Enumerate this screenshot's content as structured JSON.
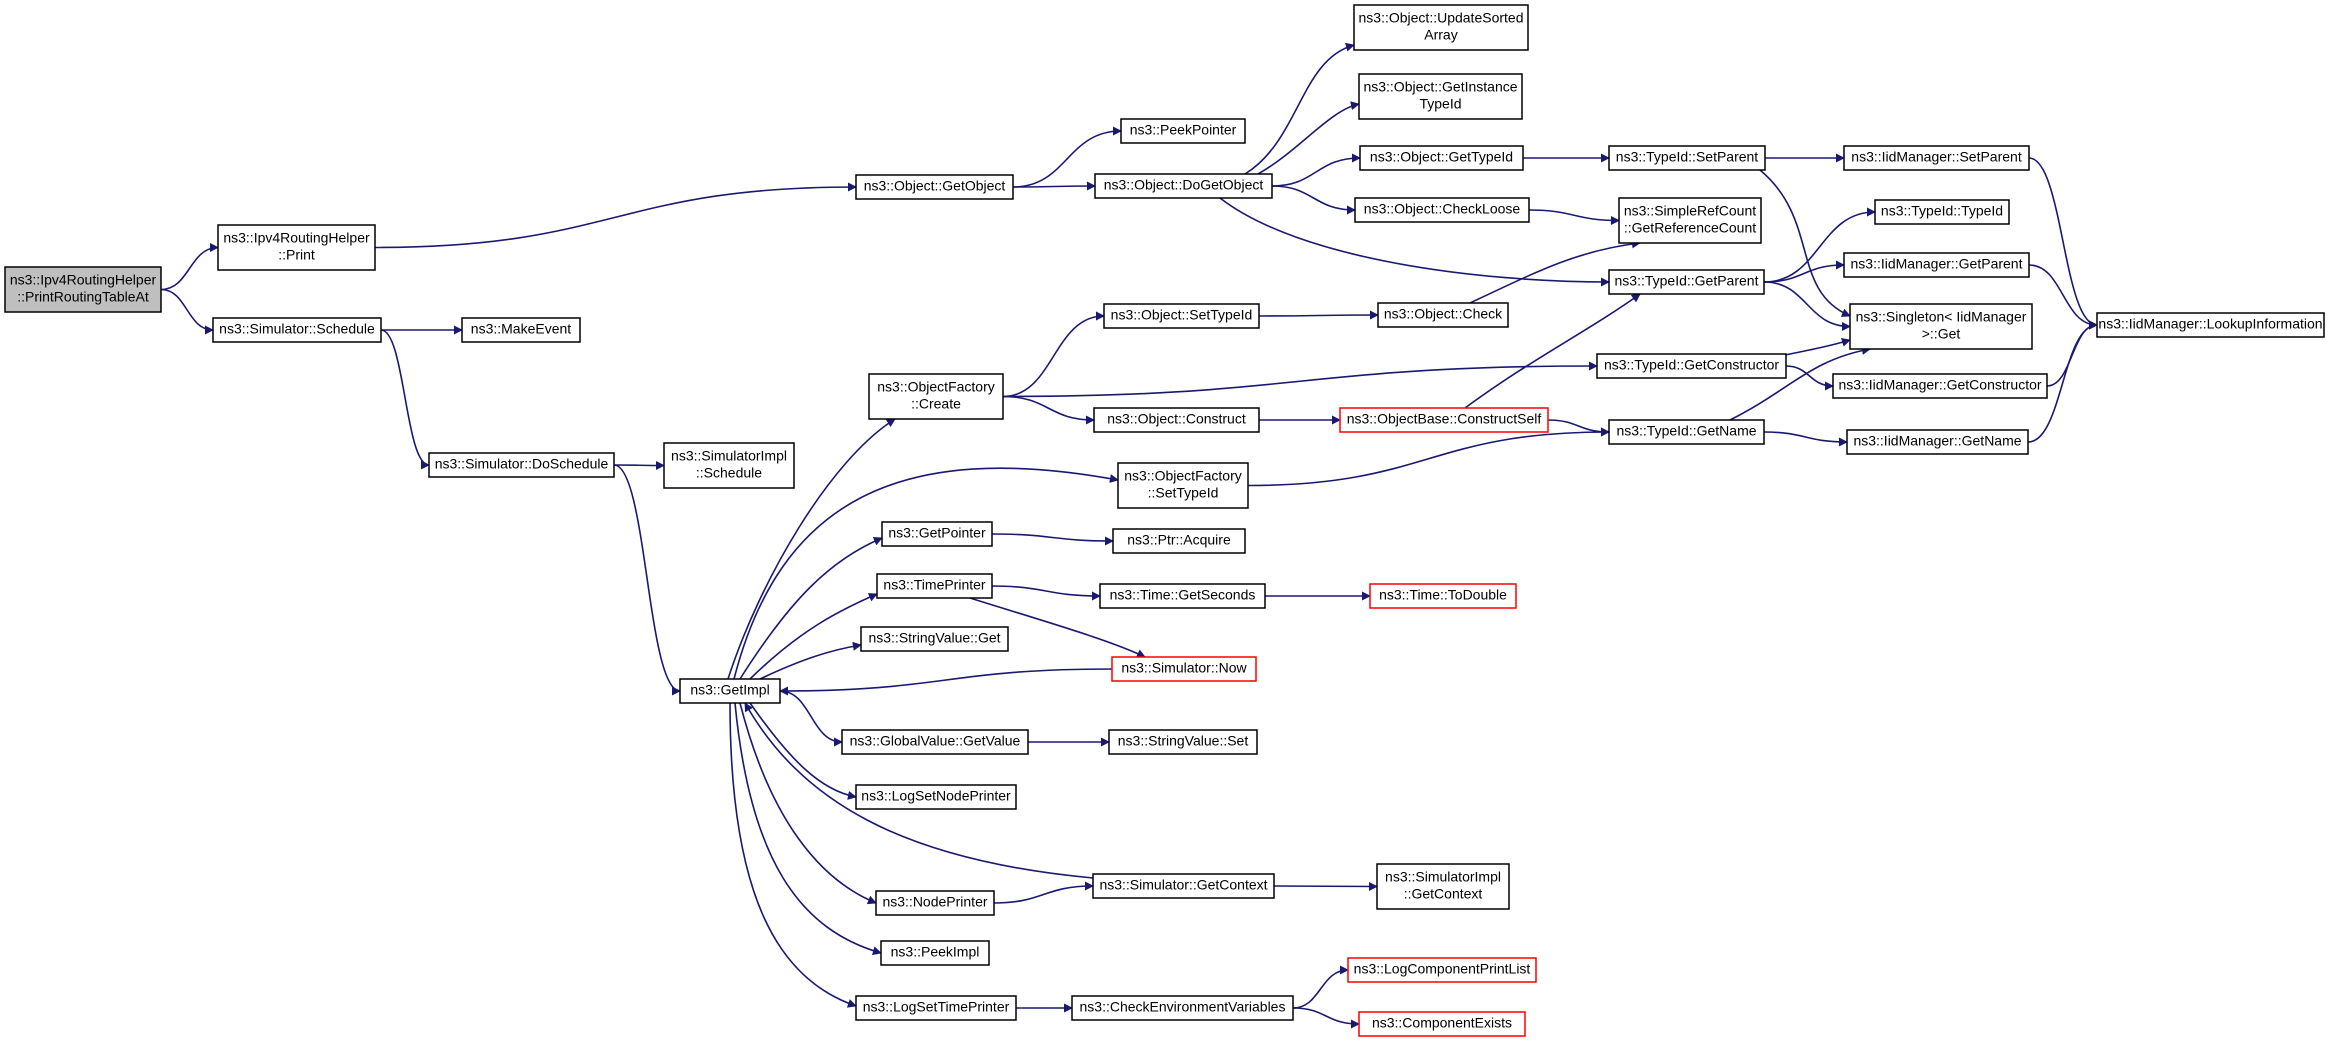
{
  "nodes": {
    "print_routing_table_at": {
      "lines": [
        "ns3::Ipv4RoutingHelper",
        "::PrintRoutingTableAt"
      ],
      "style": "root"
    },
    "ipv4_print": {
      "lines": [
        "ns3::Ipv4RoutingHelper",
        "::Print"
      ]
    },
    "sim_schedule": {
      "lines": [
        "ns3::Simulator::Schedule"
      ]
    },
    "make_event": {
      "lines": [
        "ns3::MakeEvent"
      ]
    },
    "sim_doschedule": {
      "lines": [
        "ns3::Simulator::DoSchedule"
      ]
    },
    "simimpl_schedule": {
      "lines": [
        "ns3::SimulatorImpl",
        "::Schedule"
      ]
    },
    "getimpl": {
      "lines": [
        "ns3::GetImpl"
      ]
    },
    "obj_getobject": {
      "lines": [
        "ns3::Object::GetObject"
      ]
    },
    "peekpointer": {
      "lines": [
        "ns3::PeekPointer"
      ]
    },
    "obj_dogetobject": {
      "lines": [
        "ns3::Object::DoGetObject"
      ]
    },
    "obj_updatesorted": {
      "lines": [
        "ns3::Object::UpdateSorted",
        "Array"
      ]
    },
    "obj_getinstance": {
      "lines": [
        "ns3::Object::GetInstance",
        "TypeId"
      ]
    },
    "obj_gettypeid": {
      "lines": [
        "ns3::Object::GetTypeId"
      ]
    },
    "obj_checkloose": {
      "lines": [
        "ns3::Object::CheckLoose"
      ]
    },
    "typeid_setparent": {
      "lines": [
        "ns3::TypeId::SetParent"
      ]
    },
    "iid_setparent": {
      "lines": [
        "ns3::IidManager::SetParent"
      ]
    },
    "simplerefcount": {
      "lines": [
        "ns3::SimpleRefCount",
        "::GetReferenceCount"
      ]
    },
    "typeid_typeid": {
      "lines": [
        "ns3::TypeId::TypeId"
      ]
    },
    "typeid_getparent": {
      "lines": [
        "ns3::TypeId::GetParent"
      ]
    },
    "iid_getparent": {
      "lines": [
        "ns3::IidManager::GetParent"
      ]
    },
    "singleton_get": {
      "lines": [
        "ns3::Singleton< IidManager",
        ">::Get"
      ]
    },
    "iid_lookup": {
      "lines": [
        "ns3::IidManager::LookupInformation"
      ]
    },
    "objfactory_create": {
      "lines": [
        "ns3::ObjectFactory",
        "::Create"
      ]
    },
    "obj_settypeid": {
      "lines": [
        "ns3::Object::SetTypeId"
      ]
    },
    "obj_check": {
      "lines": [
        "ns3::Object::Check"
      ]
    },
    "typeid_getconstructor": {
      "lines": [
        "ns3::TypeId::GetConstructor"
      ]
    },
    "iid_getconstructor": {
      "lines": [
        "ns3::IidManager::GetConstructor"
      ]
    },
    "obj_construct": {
      "lines": [
        "ns3::Object::Construct"
      ]
    },
    "objbase_constructself": {
      "lines": [
        "ns3::ObjectBase::ConstructSelf"
      ],
      "style": "red"
    },
    "typeid_getname": {
      "lines": [
        "ns3::TypeId::GetName"
      ]
    },
    "iid_getname": {
      "lines": [
        "ns3::IidManager::GetName"
      ]
    },
    "objfactory_settypeid": {
      "lines": [
        "ns3::ObjectFactory",
        "::SetTypeId"
      ]
    },
    "getpointer": {
      "lines": [
        "ns3::GetPointer"
      ]
    },
    "ptr_acquire": {
      "lines": [
        "ns3::Ptr::Acquire"
      ]
    },
    "timeprinter": {
      "lines": [
        "ns3::TimePrinter"
      ]
    },
    "time_getseconds": {
      "lines": [
        "ns3::Time::GetSeconds"
      ]
    },
    "time_todouble": {
      "lines": [
        "ns3::Time::ToDouble"
      ],
      "style": "red"
    },
    "stringvalue_get": {
      "lines": [
        "ns3::StringValue::Get"
      ]
    },
    "sim_now": {
      "lines": [
        "ns3::Simulator::Now"
      ],
      "style": "red"
    },
    "globalvalue_getvalue": {
      "lines": [
        "ns3::GlobalValue::GetValue"
      ]
    },
    "stringvalue_set": {
      "lines": [
        "ns3::StringValue::Set"
      ]
    },
    "logsetnodeprinter": {
      "lines": [
        "ns3::LogSetNodePrinter"
      ]
    },
    "sim_getcontext": {
      "lines": [
        "ns3::Simulator::GetContext"
      ]
    },
    "simimpl_getcontext": {
      "lines": [
        "ns3::SimulatorImpl",
        "::GetContext"
      ]
    },
    "nodeprinter": {
      "lines": [
        "ns3::NodePrinter"
      ]
    },
    "peekimpl": {
      "lines": [
        "ns3::PeekImpl"
      ]
    },
    "logsettimeprinter": {
      "lines": [
        "ns3::LogSetTimePrinter"
      ]
    },
    "checkenv": {
      "lines": [
        "ns3::CheckEnvironmentVariables"
      ]
    },
    "logcomponentprintlist": {
      "lines": [
        "ns3::LogComponentPrintList"
      ],
      "style": "red"
    },
    "componentexists": {
      "lines": [
        "ns3::ComponentExists"
      ],
      "style": "red"
    }
  },
  "edges": [
    [
      "print_routing_table_at",
      "ipv4_print"
    ],
    [
      "print_routing_table_at",
      "sim_schedule"
    ],
    [
      "ipv4_print",
      "obj_getobject"
    ],
    [
      "sim_schedule",
      "make_event"
    ],
    [
      "sim_schedule",
      "sim_doschedule"
    ],
    [
      "sim_doschedule",
      "simimpl_schedule"
    ],
    [
      "sim_doschedule",
      "getimpl"
    ],
    [
      "obj_getobject",
      "peekpointer"
    ],
    [
      "obj_getobject",
      "obj_dogetobject"
    ],
    [
      "obj_dogetobject",
      "obj_updatesorted"
    ],
    [
      "obj_dogetobject",
      "obj_getinstance"
    ],
    [
      "obj_dogetobject",
      "obj_gettypeid"
    ],
    [
      "obj_dogetobject",
      "obj_checkloose"
    ],
    [
      "obj_dogetobject",
      "typeid_getparent"
    ],
    [
      "obj_gettypeid",
      "typeid_setparent"
    ],
    [
      "typeid_setparent",
      "iid_setparent"
    ],
    [
      "typeid_setparent",
      "singleton_get"
    ],
    [
      "iid_setparent",
      "iid_lookup"
    ],
    [
      "obj_checkloose",
      "simplerefcount"
    ],
    [
      "typeid_getparent",
      "typeid_typeid"
    ],
    [
      "typeid_getparent",
      "iid_getparent"
    ],
    [
      "typeid_getparent",
      "singleton_get"
    ],
    [
      "iid_getparent",
      "iid_lookup"
    ],
    [
      "getimpl",
      "objfactory_create"
    ],
    [
      "getimpl",
      "objfactory_settypeid"
    ],
    [
      "getimpl",
      "getpointer"
    ],
    [
      "getimpl",
      "timeprinter"
    ],
    [
      "getimpl",
      "stringvalue_get"
    ],
    [
      "getimpl",
      "globalvalue_getvalue"
    ],
    [
      "getimpl",
      "logsetnodeprinter"
    ],
    [
      "getimpl",
      "nodeprinter"
    ],
    [
      "getimpl",
      "peekimpl"
    ],
    [
      "getimpl",
      "logsettimeprinter"
    ],
    [
      "objfactory_create",
      "obj_settypeid"
    ],
    [
      "objfactory_create",
      "typeid_getconstructor"
    ],
    [
      "objfactory_create",
      "obj_construct"
    ],
    [
      "obj_settypeid",
      "obj_check"
    ],
    [
      "obj_check",
      "simplerefcount"
    ],
    [
      "typeid_getconstructor",
      "iid_getconstructor"
    ],
    [
      "typeid_getconstructor",
      "singleton_get"
    ],
    [
      "iid_getconstructor",
      "iid_lookup"
    ],
    [
      "obj_construct",
      "objbase_constructself"
    ],
    [
      "objbase_constructself",
      "typeid_getparent"
    ],
    [
      "objbase_constructself",
      "typeid_getname"
    ],
    [
      "typeid_getname",
      "iid_getname"
    ],
    [
      "typeid_getname",
      "singleton_get"
    ],
    [
      "iid_getname",
      "iid_lookup"
    ],
    [
      "objfactory_settypeid",
      "typeid_getname"
    ],
    [
      "getpointer",
      "ptr_acquire"
    ],
    [
      "timeprinter",
      "time_getseconds"
    ],
    [
      "timeprinter",
      "sim_now"
    ],
    [
      "time_getseconds",
      "time_todouble"
    ],
    [
      "sim_now",
      "getimpl"
    ],
    [
      "globalvalue_getvalue",
      "stringvalue_set"
    ],
    [
      "sim_getcontext",
      "getimpl"
    ],
    [
      "sim_getcontext",
      "simimpl_getcontext"
    ],
    [
      "nodeprinter",
      "sim_getcontext"
    ],
    [
      "logsettimeprinter",
      "checkenv"
    ],
    [
      "checkenv",
      "logcomponentprintlist"
    ],
    [
      "checkenv",
      "componentexists"
    ]
  ],
  "colors": {
    "edge": "#191970",
    "node_border": "#000000",
    "error_border": "#ff0000",
    "root_fill": "#bfbfbf"
  }
}
